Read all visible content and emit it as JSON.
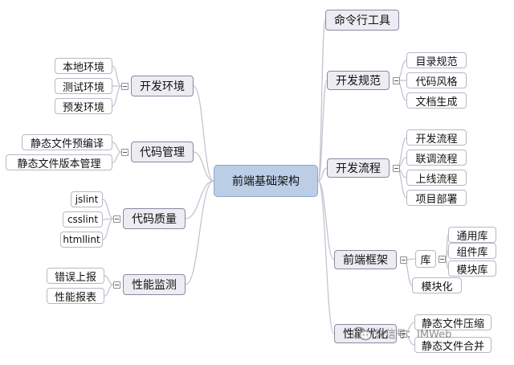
{
  "root": "前端基础架构",
  "branches": {
    "cli_tools": "命令行工具",
    "dev_spec": {
      "label": "开发规范",
      "children": [
        "目录规范",
        "代码风格",
        "文档生成"
      ]
    },
    "dev_process": {
      "label": "开发流程",
      "children": [
        "开发流程",
        "联调流程",
        "上线流程",
        "项目部署"
      ]
    },
    "framework": {
      "label": "前端框架",
      "library": {
        "label": "库",
        "children": [
          "通用库",
          "组件库",
          "模块库"
        ]
      },
      "modular": "模块化"
    },
    "perf_opt": {
      "label": "性能优化",
      "children": [
        "静态文件压缩",
        "静态文件合并"
      ]
    },
    "dev_env": {
      "label": "开发环境",
      "children": [
        "本地环境",
        "测试环境",
        "预发环境"
      ]
    },
    "code_mgmt": {
      "label": "代码管理",
      "children": [
        "静态文件预编译",
        "静态文件版本管理"
      ]
    },
    "code_quality": {
      "label": "代码质量",
      "children": [
        "jslint",
        "csslint",
        "htmllint"
      ]
    },
    "perf_monitor": {
      "label": "性能监测",
      "children": [
        "错误上报",
        "性能报表"
      ]
    }
  },
  "watermark": "微信号：IMWeb",
  "colors": {
    "root_fill": "#bccde6",
    "node_fill": "#f7f7f9",
    "line": "#c4c4d0"
  }
}
